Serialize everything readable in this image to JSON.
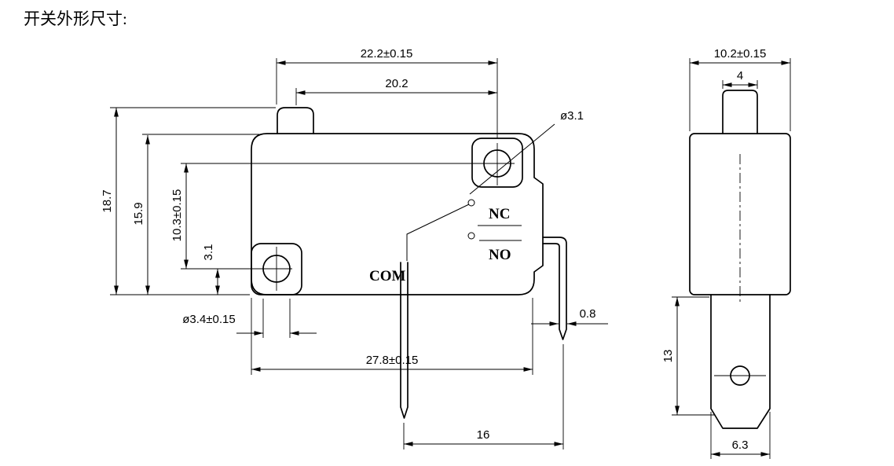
{
  "title": "开关外形尺寸:",
  "front_view": {
    "terminals": {
      "nc": "NC",
      "no": "NO",
      "com": "COM"
    },
    "dimensions": {
      "top_width": "22.2±0.15",
      "button_to_hole": "20.2",
      "top_hole_dia": "ø3.1",
      "overall_height": "18.7",
      "body_height": "15.9",
      "hole_spacing": "10.3±0.15",
      "hole_to_bottom": "3.1",
      "bottom_hole_dia": "ø3.4±0.15",
      "bottom_width": "27.8±0.15",
      "pin_thickness": "0.8",
      "pin_spacing": "16"
    }
  },
  "side_view": {
    "dimensions": {
      "body_width": "10.2±0.15",
      "button_width": "4",
      "terminal_length": "13",
      "terminal_width": "6.3"
    }
  }
}
